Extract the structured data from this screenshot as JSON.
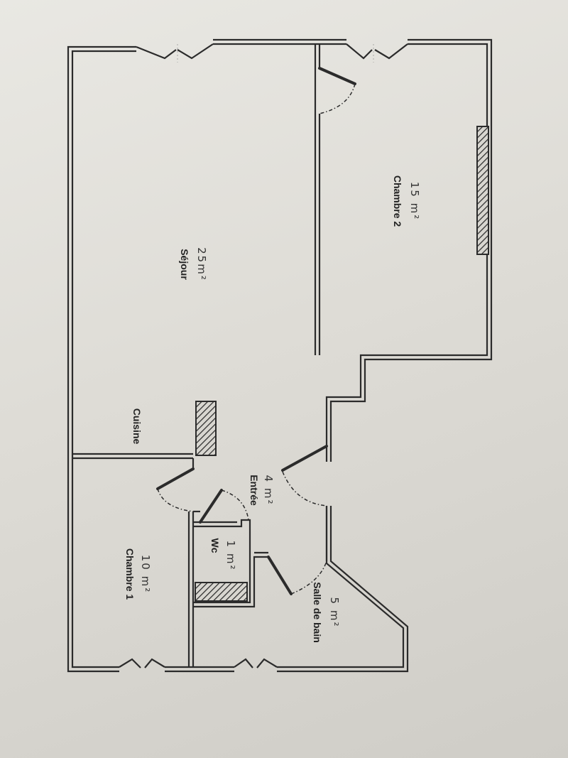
{
  "rooms": [
    {
      "name": "Séjour",
      "area": "25m²"
    },
    {
      "name": "Chambre 2",
      "area": "15 m²"
    },
    {
      "name": "Cuisine",
      "area": ""
    },
    {
      "name": "Entrée",
      "area": "4 m²"
    },
    {
      "name": "Wc",
      "area": "1 m²"
    },
    {
      "name": "Chambre 1",
      "area": "10 m²"
    },
    {
      "name": "Salle de bain",
      "area": "5 m²"
    }
  ]
}
